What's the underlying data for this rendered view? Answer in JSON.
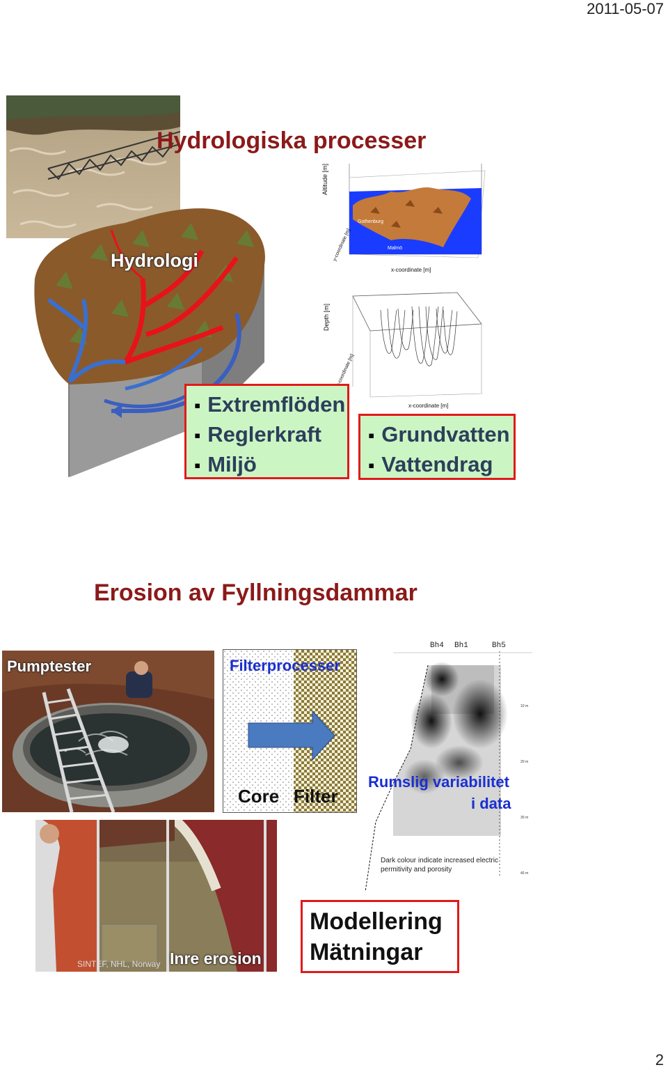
{
  "header": {
    "date": "2011-05-07"
  },
  "page_number": "2",
  "slide1": {
    "title": "Hydrologiska processer",
    "image_label": "Hydrologi",
    "box_left": [
      "Extremflöden",
      "Reglerkraft",
      "Miljö"
    ],
    "box_right": [
      "Grundvatten",
      "Vattendrag"
    ],
    "map_plot": {
      "y_axis_label": "Altitude [m]",
      "y_axis_label_2": "y-coordinate [m]",
      "x_axis_label": "x-coordinate [m]",
      "place_1": "Gothenburg",
      "place_2": "Malmö"
    },
    "depth_plot": {
      "y_axis_label": "Depth [m]",
      "y_axis_label_2": "y-coordinate [m]",
      "x_axis_label": "x-coordinate [m]"
    }
  },
  "slide2": {
    "title": "Erosion av Fyllningsdammar",
    "pump_label": "Pumptester",
    "filter_title": "Filterprocesser",
    "core_label": "Core",
    "filter_label": "Filter",
    "profile_headers": [
      "Bh4",
      "Bh1",
      "Bh5"
    ],
    "depth_marks": [
      "10 m",
      "20 m",
      "30 m",
      "40 m"
    ],
    "variability_line1": "Rumslig variabilitet",
    "variability_line2": "i data",
    "note_line1": "Dark colour indicate increased electric",
    "note_line2": "permitivity and porosity",
    "lab_credit": "SINTEF, NHL, Norway",
    "lab_label": "Inre erosion",
    "box_line1": "Modellering",
    "box_line2": "Mätningar"
  }
}
